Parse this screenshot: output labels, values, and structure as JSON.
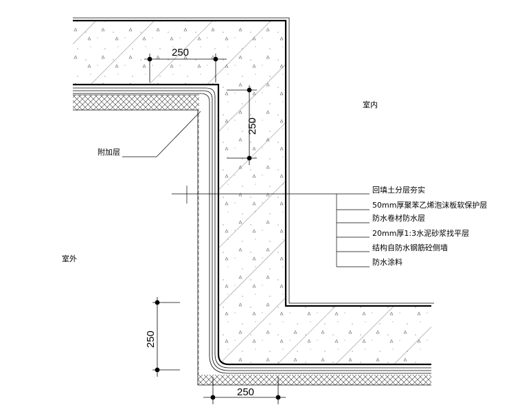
{
  "labels": {
    "indoor": "室内",
    "outdoor": "室外",
    "additional_layer": "附加层"
  },
  "layers": [
    "回填土分层夯实",
    "50mm厚聚苯乙烯泡沫板软保护层",
    "防水卷材防水层",
    "20mm厚1:3水泥砂浆找平层",
    "结构自防水钢筋砼侧墙",
    "防水涂料"
  ],
  "dimensions": {
    "top_horizontal": "250",
    "top_vertical": "250",
    "bottom_vertical": "250",
    "bottom_horizontal": "250"
  },
  "colors": {
    "line": "#000000",
    "hatch": "#555555"
  }
}
